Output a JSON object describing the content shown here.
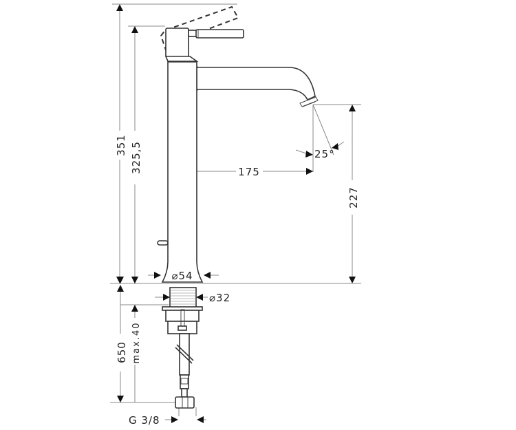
{
  "diagram": {
    "subject": "Tall single-lever basin mixer faucet – dimensional drawing",
    "units": "mm",
    "dimensions": {
      "total_height_lever_open": "351",
      "height_to_lever_top": "325,5",
      "spout_projection": "175",
      "spout_outlet_height": "227",
      "spray_angle": "25°",
      "base_diameter": "⌀54",
      "shank_diameter": "⌀32",
      "supply_hose_length": "650",
      "max_counter_thickness": "max.40",
      "connection_thread": "G 3/8"
    },
    "colors": {
      "line": "#333333",
      "dimension_line": "#8a8a8a",
      "arrow": "#111111",
      "background": "#ffffff"
    }
  }
}
